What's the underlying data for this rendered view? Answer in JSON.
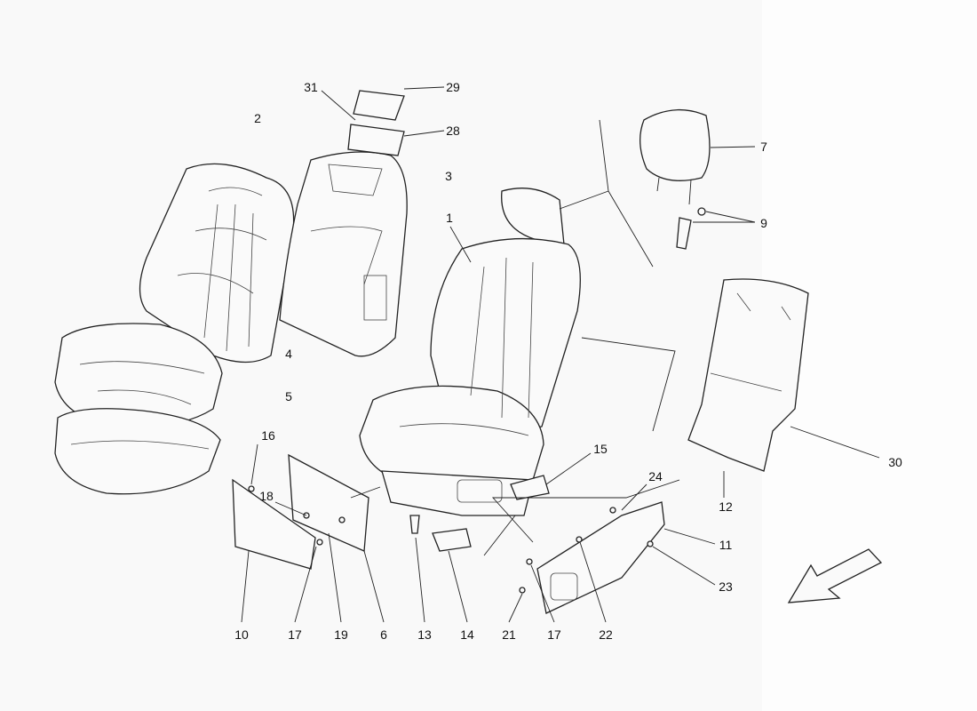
{
  "diagram": {
    "title_visible": false,
    "callouts": [
      {
        "id": "c31",
        "text": "31"
      },
      {
        "id": "c29",
        "text": "29"
      },
      {
        "id": "c28",
        "text": "28"
      },
      {
        "id": "c2",
        "text": "2"
      },
      {
        "id": "c3",
        "text": "3"
      },
      {
        "id": "c7",
        "text": "7"
      },
      {
        "id": "c9",
        "text": "9"
      },
      {
        "id": "c1",
        "text": "1"
      },
      {
        "id": "c4",
        "text": "4"
      },
      {
        "id": "c5",
        "text": "5"
      },
      {
        "id": "c16",
        "text": "16"
      },
      {
        "id": "c15",
        "text": "15"
      },
      {
        "id": "c24",
        "text": "24"
      },
      {
        "id": "c30",
        "text": "30"
      },
      {
        "id": "c12",
        "text": "12"
      },
      {
        "id": "c11",
        "text": "11"
      },
      {
        "id": "c23",
        "text": "23"
      },
      {
        "id": "c18",
        "text": "18"
      },
      {
        "id": "c10",
        "text": "10"
      },
      {
        "id": "c17a",
        "text": "17"
      },
      {
        "id": "c19",
        "text": "19"
      },
      {
        "id": "c6",
        "text": "6"
      },
      {
        "id": "c13",
        "text": "13"
      },
      {
        "id": "c14",
        "text": "14"
      },
      {
        "id": "c21",
        "text": "21"
      },
      {
        "id": "c17b",
        "text": "17"
      },
      {
        "id": "c22",
        "text": "22"
      }
    ],
    "direction_arrow": "arrow-down-left-icon"
  }
}
